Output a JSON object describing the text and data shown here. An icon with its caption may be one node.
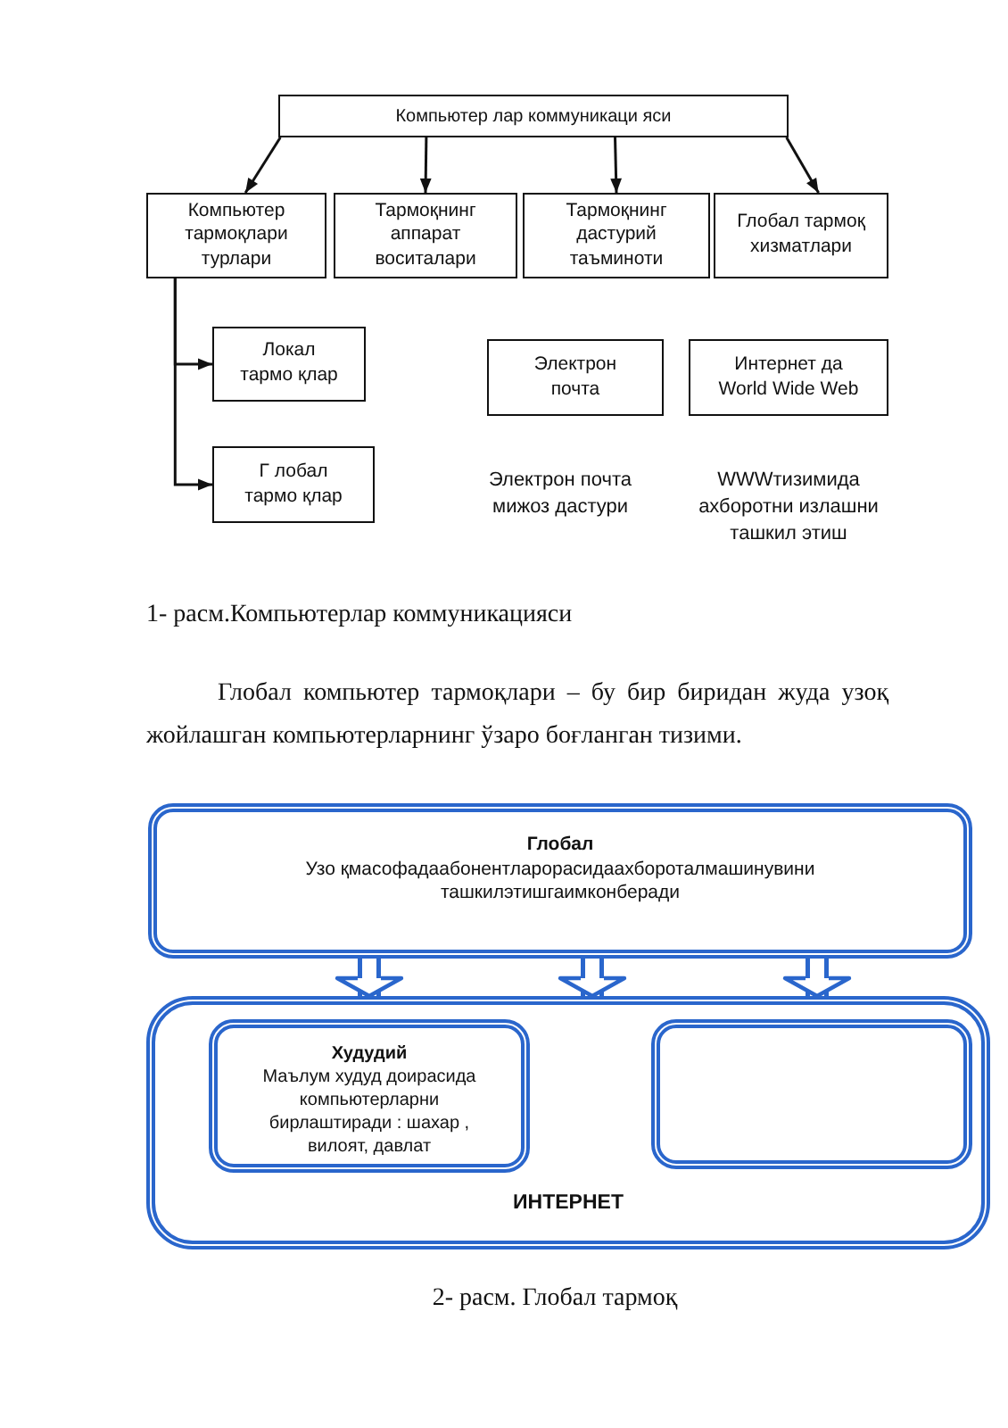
{
  "diagram": {
    "nodes": [
      {
        "text": [
          "Компьютер лар коммуникаци яси"
        ]
      },
      {
        "text": [
          "Компьютер тармоқлари турлари"
        ]
      },
      {
        "text": [
          "Тармоқнинг аппарат воситалари"
        ]
      },
      {
        "text": [
          "Тармоқнинг дастурий таъминоти"
        ]
      },
      {
        "text": [
          "Глобал тармоқ хизматлари"
        ]
      },
      {
        "text": [
          "Локал тармо қлар"
        ]
      },
      {
        "text": [
          "Электрон почта"
        ],
        "beside": [
          "Электрон почта мижоз дастури"
        ]
      },
      {
        "text": [
          "Интернет да World Wide Web"
        ],
        "beside": [
          "WWWтизимида ахборотни излашни ташкил этиш"
        ]
      },
      {
        "text": [
          "Г лобал тармо қлар"
        ]
      },
      {
        "text": [
          "Глобал",
          "Узо қмасофадаабонентларорасидаахбороталмашинувини ташкилэтишгаимконберади"
        ]
      },
      {
        "text": [
          "ИНТЕРНЕТ"
        ]
      },
      {
        "text": [
          "Худудий",
          "Маълум худуд доирасида компьютерларни бирлаштиради : шахар , вилоят, давлат"
        ],
        "in": 10
      },
      {
        "text": [],
        "shape": "box",
        "in": 10
      }
    ],
    "edges": [
      {
        "from": 0,
        "to": 1,
        "arrow": "to"
      },
      {
        "from": 0,
        "to": 2,
        "arrow": "to"
      },
      {
        "from": 0,
        "to": 3,
        "arrow": "to"
      },
      {
        "from": 0,
        "to": 4,
        "arrow": "to"
      },
      {
        "from": 1,
        "to": 5,
        "arrow": "to"
      },
      {
        "from": 1,
        "to": 8,
        "arrow": "to"
      },
      {
        "from": 9,
        "to": 10,
        "arrow": "to",
        "style": "thick",
        "color": "#2a66cc"
      },
      {
        "from": 9,
        "to": 10,
        "arrow": "to",
        "style": "thick",
        "color": "#2a66cc"
      },
      {
        "from": 9,
        "to": 10,
        "arrow": "to",
        "style": "thick",
        "color": "#2a66cc"
      }
    ],
    "labels": [
      "1- расм.Компьютерлар коммуникацияси",
      "Глобал компьютер тармоқлари – бу бир биридан жуда узоқ жойлашган компьютерларнинг ўзаро боғланган тизими.",
      "2- расм. Глобал тармоқ"
    ]
  }
}
